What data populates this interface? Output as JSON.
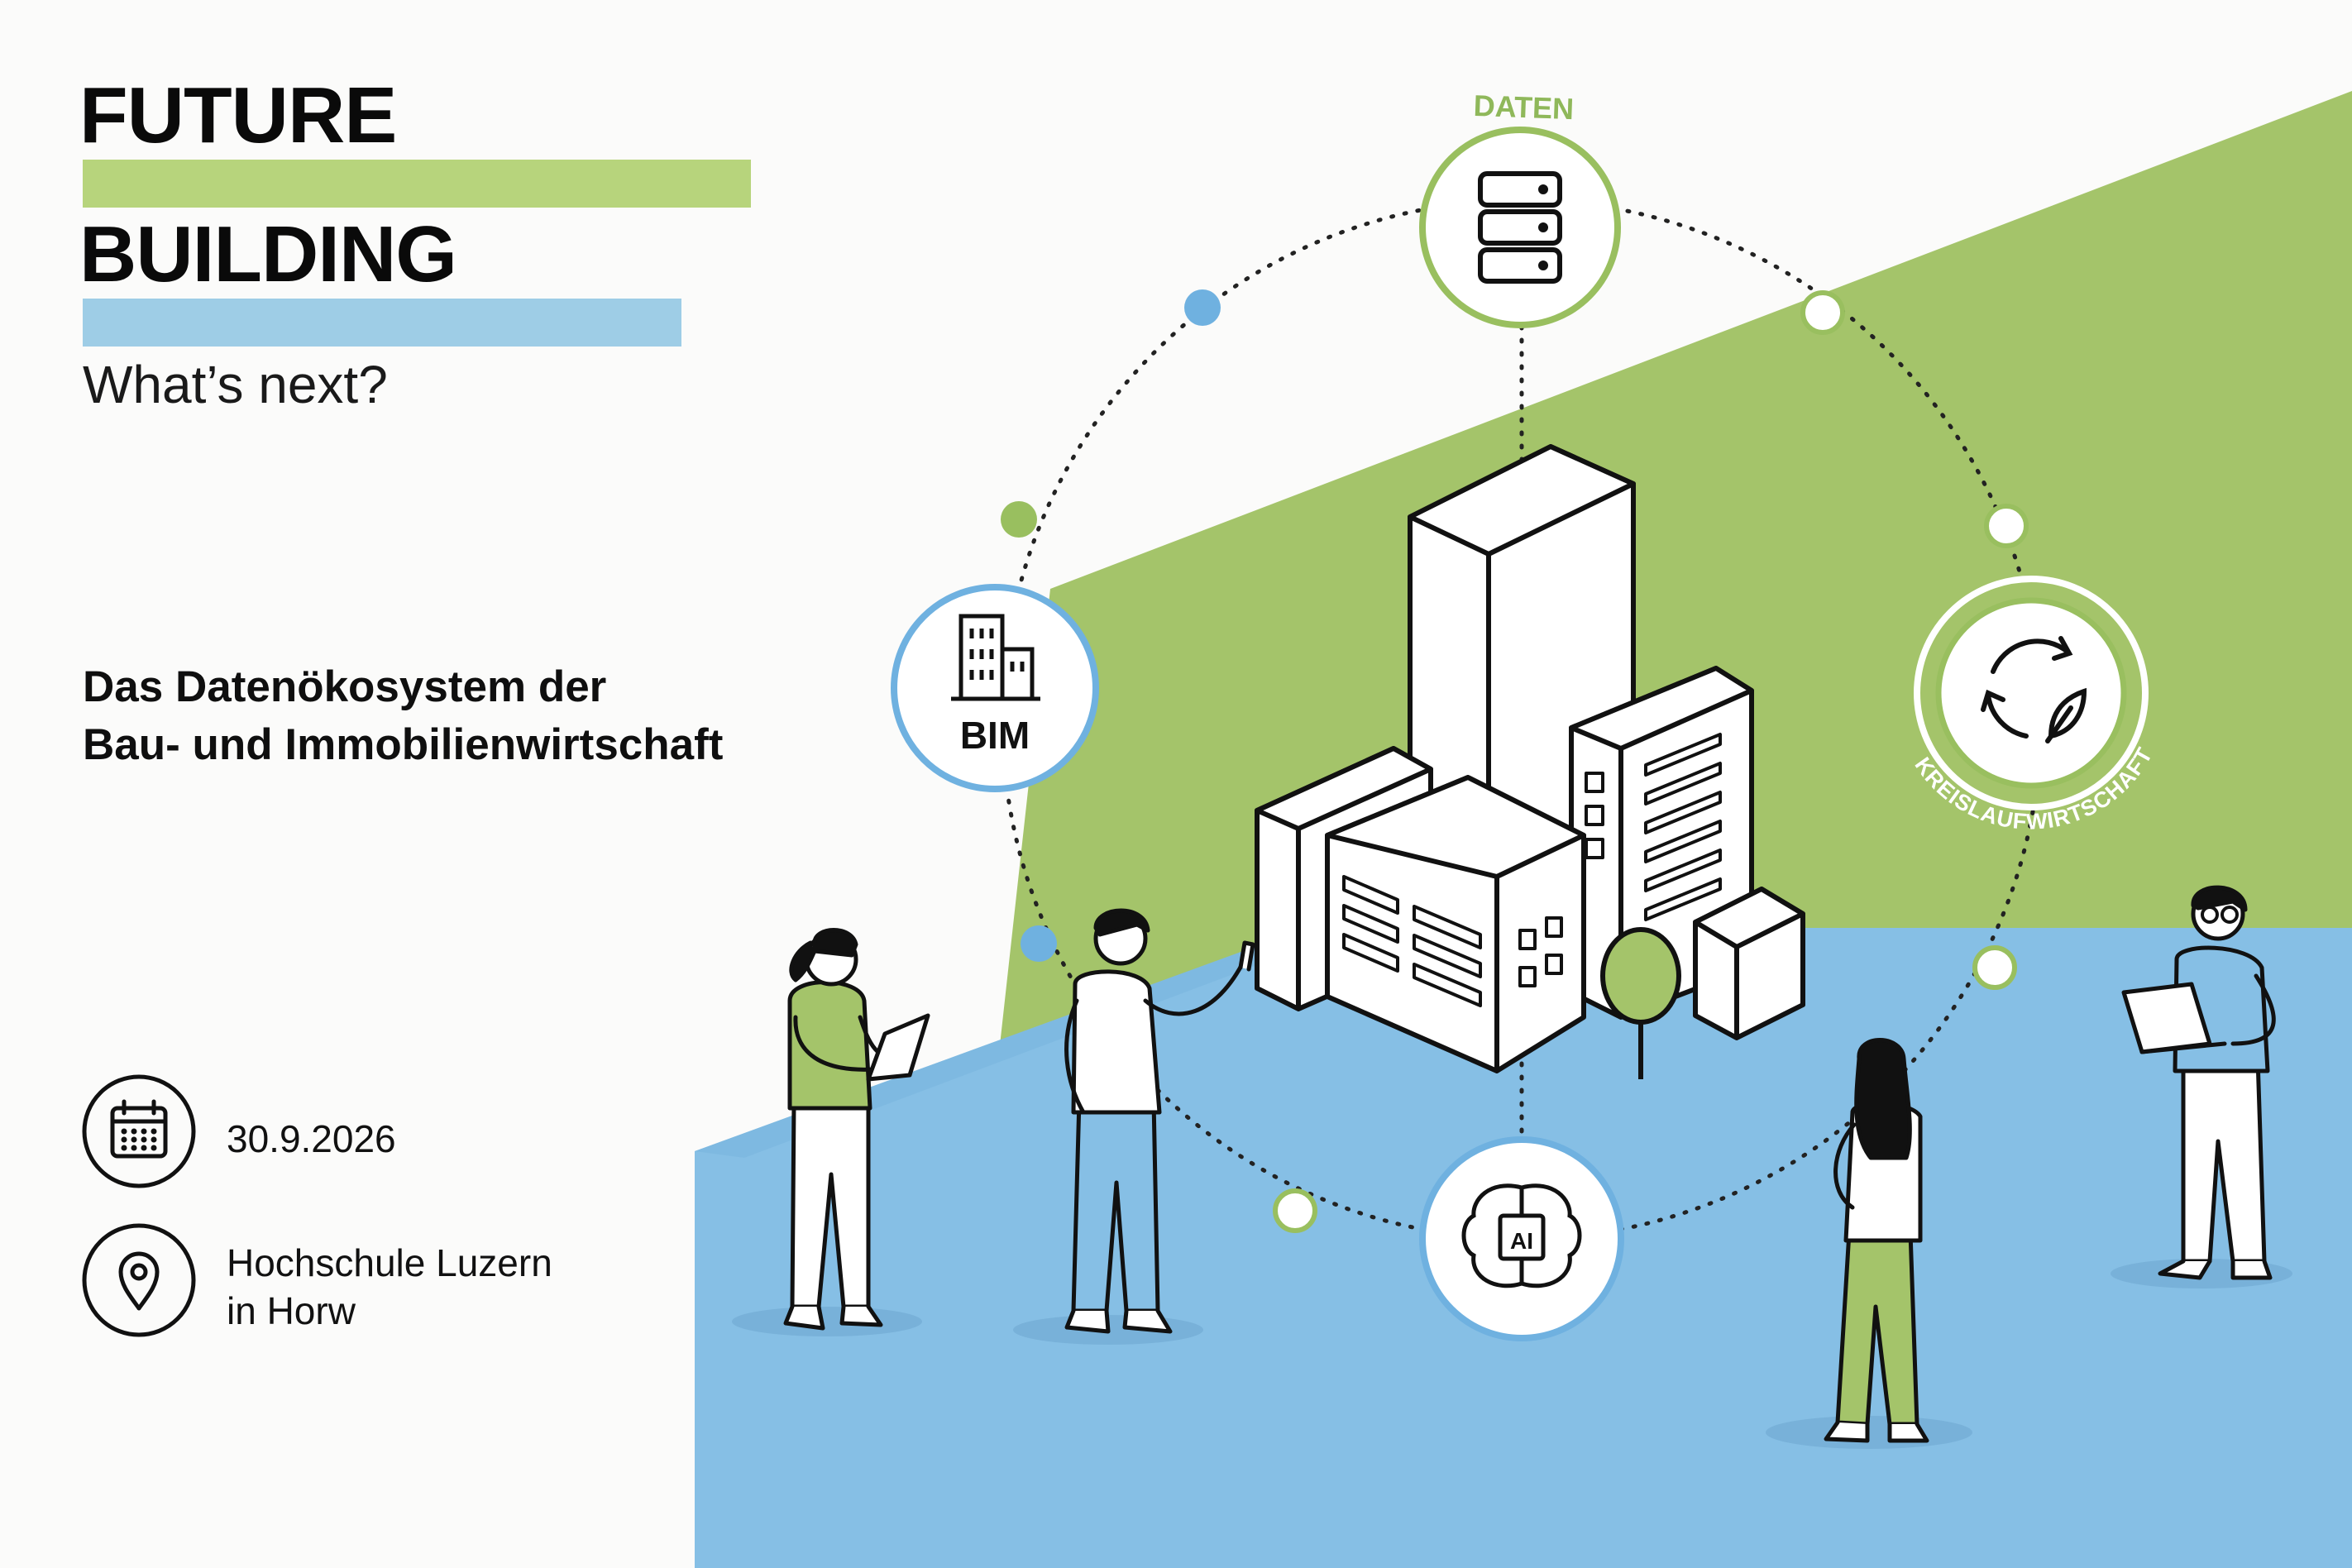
{
  "event": {
    "title_line_1": "FUTURE",
    "title_line_2": "BUILDING",
    "subtitle": "What’s next?",
    "description_line_1": "Das Datenökosystem der",
    "description_line_2": "Bau- und Immobilienwirtschaft",
    "date": "30.9.2026",
    "location_line_1": "Hochschule Luzern",
    "location_line_2": "in Horw"
  },
  "diagram": {
    "nodes": {
      "daten": "DATEN",
      "bim": "BIM",
      "ai": "AI",
      "kreislaufwirtschaft": "KREISLAUFWIRTSCHAFT"
    }
  },
  "colors": {
    "green": "#a4c46a",
    "green_light": "#b7d47c",
    "blue": "#86bfe5",
    "blue_light": "#9ecde6",
    "dark": "#111111",
    "accent_blue_dot": "#6fb1e0",
    "accent_green_dot": "#99bf5f"
  },
  "icons": [
    "database-icon",
    "building-icon",
    "recycle-leaf-icon",
    "ai-brain-icon",
    "calendar-icon",
    "location-pin-icon"
  ]
}
